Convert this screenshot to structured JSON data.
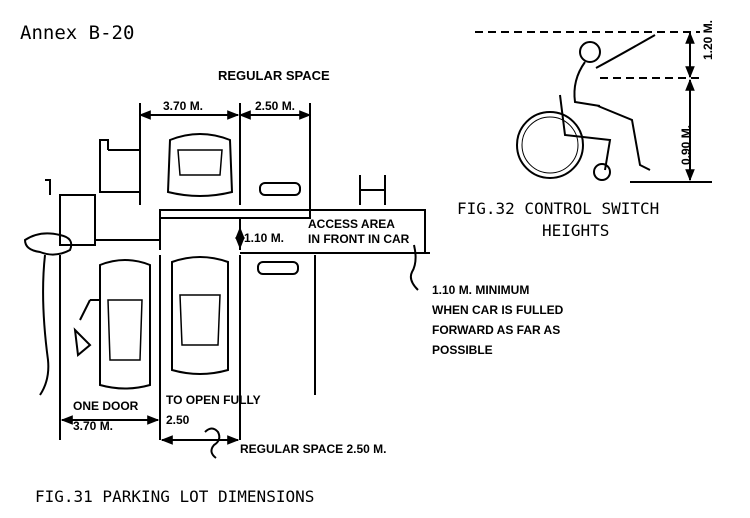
{
  "annex_label": "Annex B-20",
  "parking": {
    "regular_space_top": "REGULAR SPACE",
    "dim_370_top": "3.70 M.",
    "dim_250_top": "2.50 M.",
    "dim_110": "1.10 M.",
    "access_area_line1": "ACCESS AREA",
    "access_area_line2": "IN FRONT IN CAR",
    "note_line1": "1.10 M. MINIMUM",
    "note_line2": "WHEN CAR IS FULLED",
    "note_line3": "FORWARD AS FAR AS",
    "note_line4": "POSSIBLE",
    "one_door": "ONE DOOR",
    "dim_370_bottom": "3.70 M.",
    "to_open_fully": "TO OPEN FULLY",
    "dim_250_bottom": "2.50",
    "regular_space_bottom": "REGULAR SPACE 2.50 M.",
    "caption": "FIG.31 PARKING LOT DIMENSIONS"
  },
  "switch": {
    "dim_120": "1.20 M.",
    "dim_090": "0.90 M.",
    "caption_line1": "FIG.32 CONTROL SWITCH",
    "caption_line2": "HEIGHTS"
  }
}
